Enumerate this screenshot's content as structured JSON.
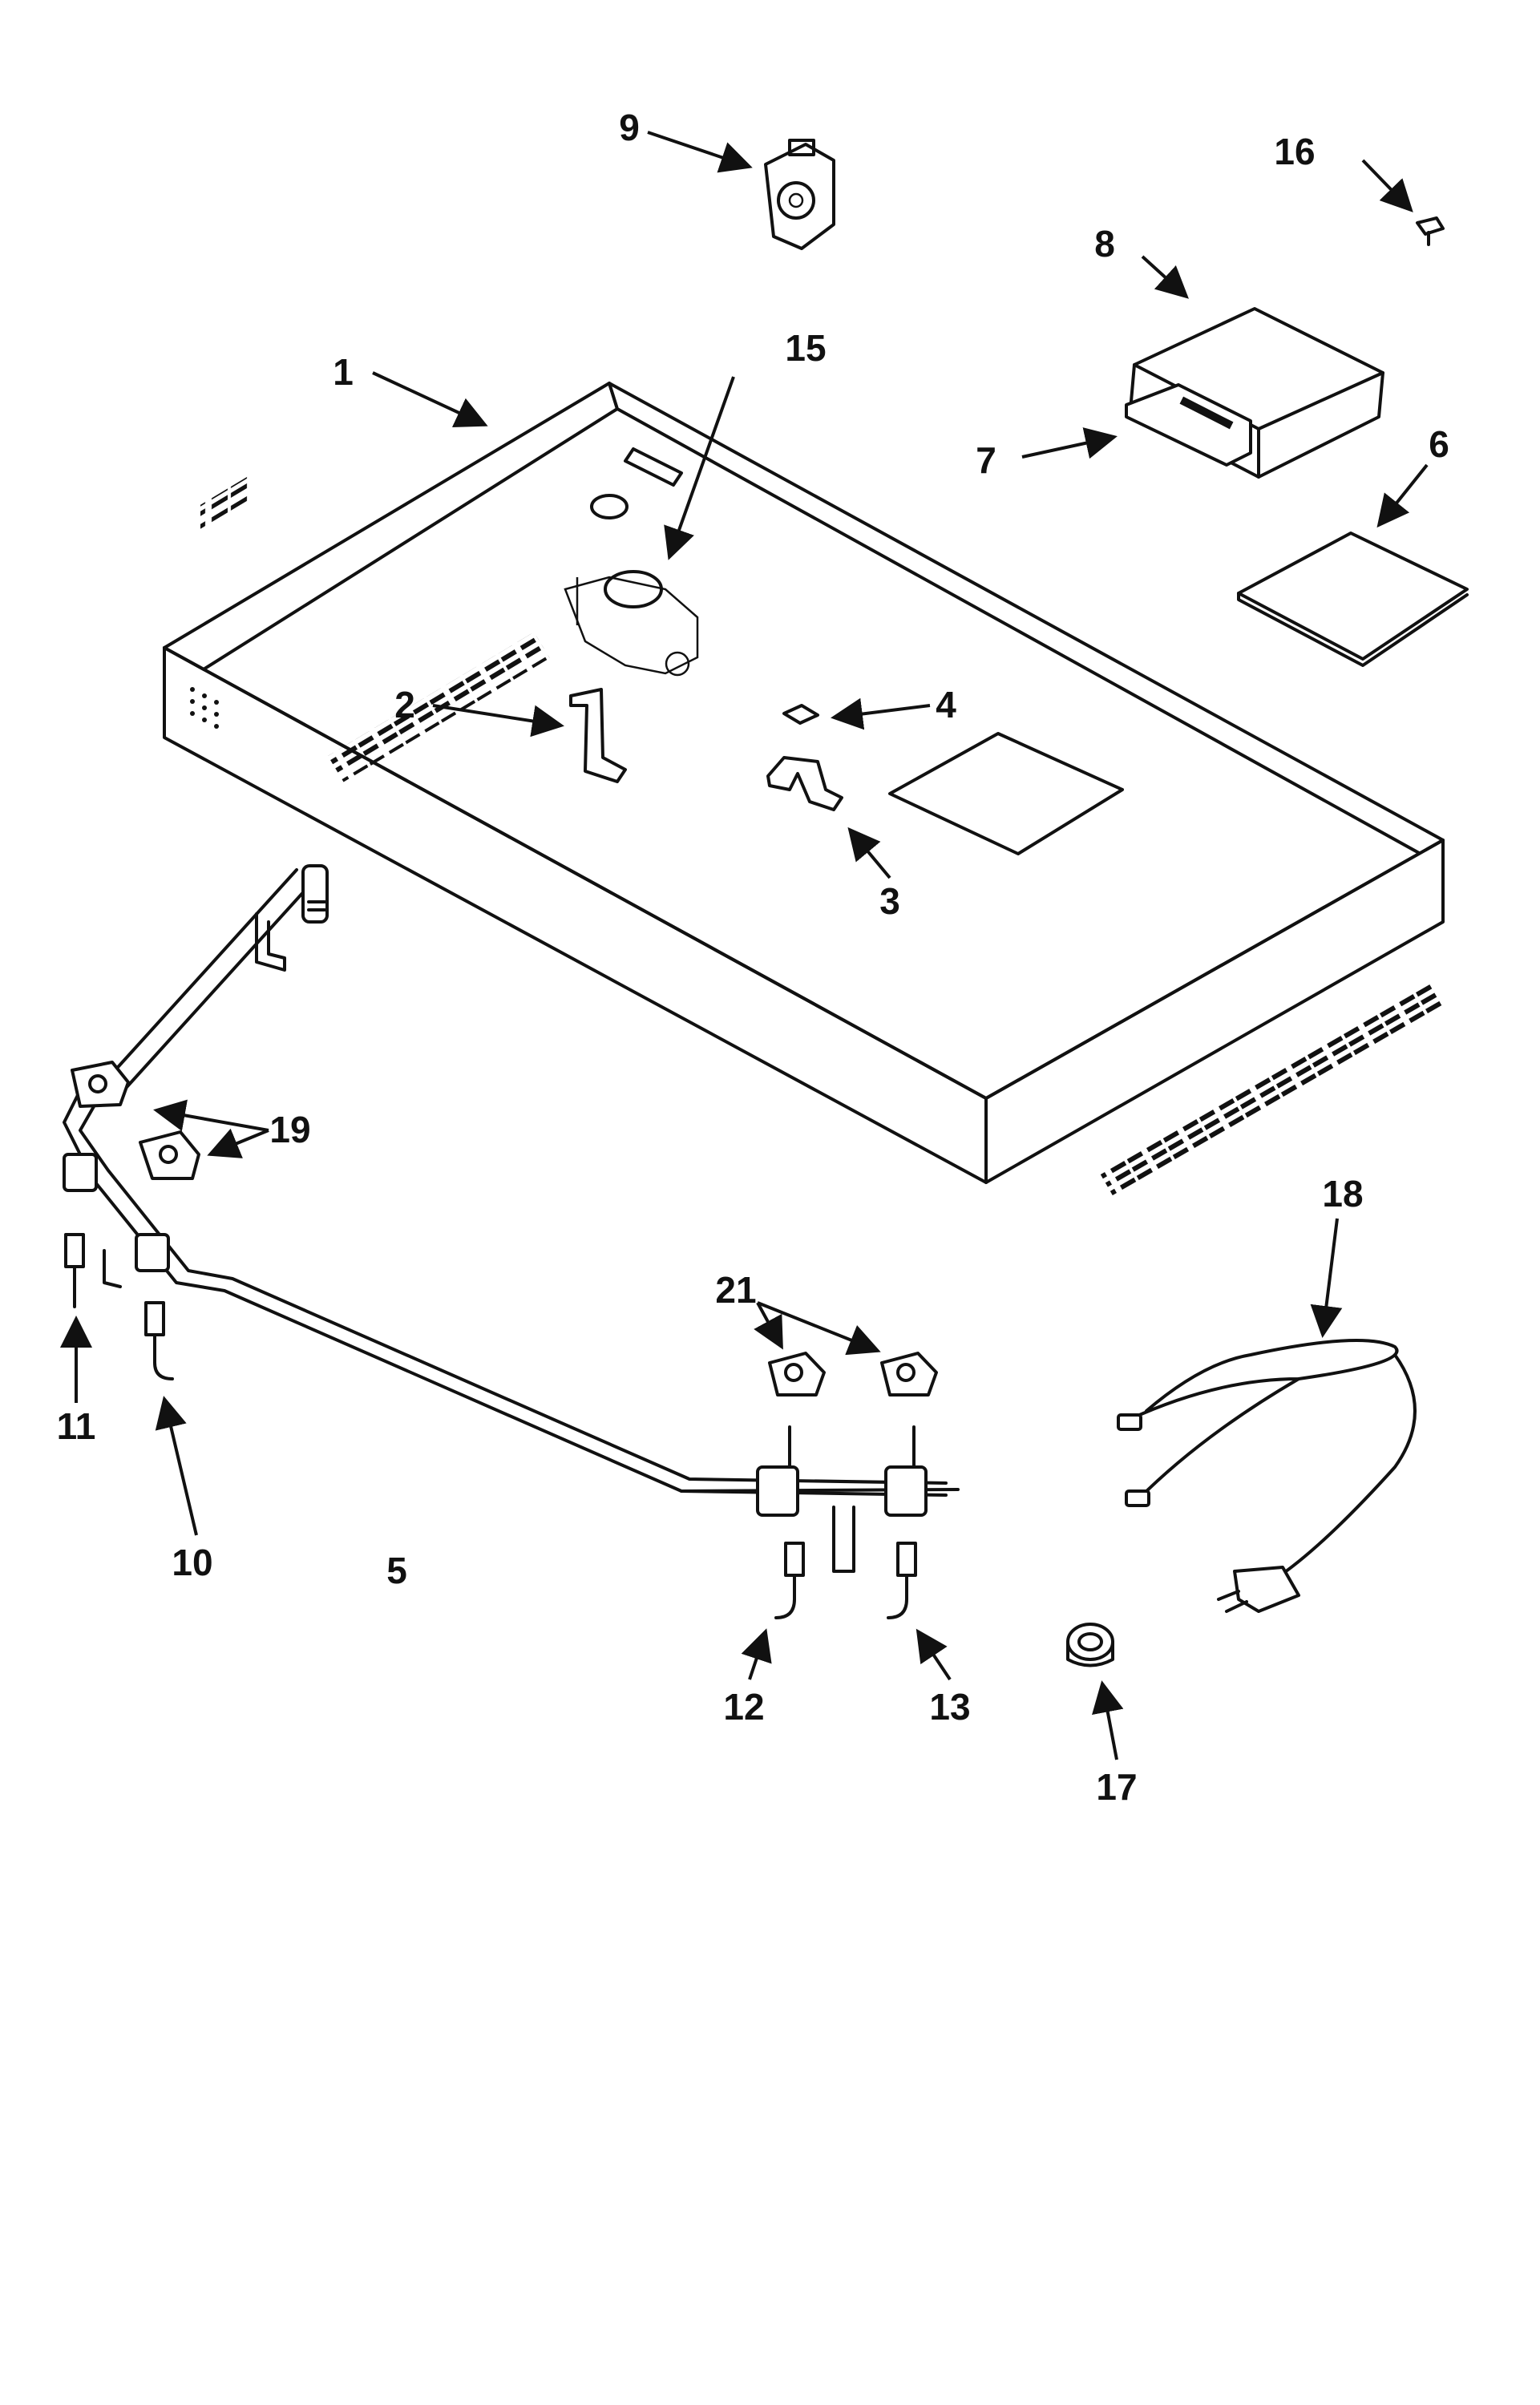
{
  "diagram": {
    "callouts": [
      {
        "id": "1",
        "text": "1"
      },
      {
        "id": "2",
        "text": "2"
      },
      {
        "id": "3",
        "text": "3"
      },
      {
        "id": "4",
        "text": "4"
      },
      {
        "id": "5",
        "text": "5"
      },
      {
        "id": "6",
        "text": "6"
      },
      {
        "id": "7",
        "text": "7"
      },
      {
        "id": "8",
        "text": "8"
      },
      {
        "id": "9",
        "text": "9"
      },
      {
        "id": "10",
        "text": "10"
      },
      {
        "id": "11",
        "text": "11"
      },
      {
        "id": "12",
        "text": "12"
      },
      {
        "id": "13",
        "text": "13"
      },
      {
        "id": "15",
        "text": "15"
      },
      {
        "id": "16",
        "text": "16"
      },
      {
        "id": "17",
        "text": "17"
      },
      {
        "id": "18",
        "text": "18"
      },
      {
        "id": "19",
        "text": "19"
      },
      {
        "id": "21",
        "text": "21"
      }
    ]
  }
}
